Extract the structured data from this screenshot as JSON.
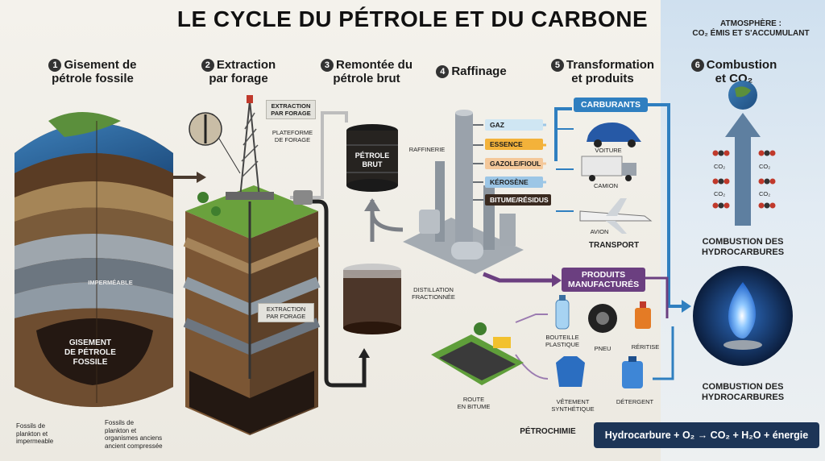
{
  "title": "LE CYCLE DU PÉTROLE ET DU CARBONE",
  "atmosphere": {
    "line1": "ATMOSPHÈRE :",
    "line2": "CO₂ ÉMIS ET S'ACCUMULANT"
  },
  "steps": [
    {
      "num": "1",
      "line1": "Gisement de",
      "line2": "pétrole fossile"
    },
    {
      "num": "2",
      "line1": "Extraction",
      "line2": "par forage"
    },
    {
      "num": "3",
      "line1": "Remontée du",
      "line2": "pétrole brut"
    },
    {
      "num": "4",
      "line1": "Raffinage",
      "line2": ""
    },
    {
      "num": "5",
      "line1": "Transformation",
      "line2": "et produits"
    },
    {
      "num": "6",
      "line1": "Combustion",
      "line2": "et CO₂"
    }
  ],
  "geology": {
    "impermeable": "IMPERMÉABLE",
    "deposit_line1": "GISEMENT",
    "deposit_line2": "DE PÉTROLE",
    "deposit_line3": "FOSSILE",
    "fossils_left_1": "Fossils de",
    "fossils_left_2": "plankton et",
    "fossils_left_3": "impermeable",
    "fossils_right_1": "Fossils de",
    "fossils_right_2": "plankton et",
    "fossils_right_3": "organismes anciens",
    "fossils_right_4": "ancient compressée"
  },
  "extraction": {
    "callout_top_1": "EXTRACTION",
    "callout_top_2": "PAR FORAGE",
    "platform_1": "PLATEFORME",
    "platform_2": "DE FORAGE",
    "callout_bottom_1": "EXTRACTION",
    "callout_bottom_2": "PAR FORAGE"
  },
  "barrel": {
    "line1": "PÉTROLE",
    "line2": "BRUT"
  },
  "refinery": {
    "label": "RAFFINERIE",
    "distill_1": "DISTILLATION",
    "distill_2": "FRACTIONNÉE",
    "fractions": [
      {
        "label": "GAZ",
        "color": "#bfe0f0"
      },
      {
        "label": "ESSENCE",
        "color": "#f3b23a"
      },
      {
        "label": "GAZOLE/FIOUL",
        "color": "#f4c89a"
      },
      {
        "label": "KÉROSÈNE",
        "color": "#9cc6e6"
      },
      {
        "label": "BITUME/RÉSIDUS",
        "color": "#3a2a20"
      }
    ]
  },
  "products": {
    "carburants": "CARBURANTS",
    "voiture": "VOITURE",
    "camion": "CAMION",
    "avion": "AVION",
    "transport": "TRANSPORT",
    "manufactures_1": "PRODUITS",
    "manufactures_2": "MANUFACTURÉS",
    "bouteille_1": "BOUTEILLE",
    "bouteille_2": "PLASTIQUE",
    "pneu": "PNEU",
    "reritise": "RÉRITISE",
    "vetement_1": "VÊTEMENT",
    "vetement_2": "SYNTHÉTIQUE",
    "detergent": "DÉTERGENT",
    "route_1": "ROUTE",
    "route_2": "EN BITUME",
    "petrochimie": "PÉTROCHIMIE"
  },
  "combustion": {
    "co2": "CO₂",
    "label_top_1": "COMBUSTION DES",
    "label_top_2": "HYDROCARBURES",
    "label_bottom_1": "COMBUSTION DES",
    "label_bottom_2": "HYDROCARBURES"
  },
  "equation": "Hydrocarbure + O₂ → CO₂ + H₂O + énergie",
  "colors": {
    "accent_blue": "#2f7fc0",
    "accent_purple": "#6b3f80",
    "equation_bg": "#1d3557"
  }
}
